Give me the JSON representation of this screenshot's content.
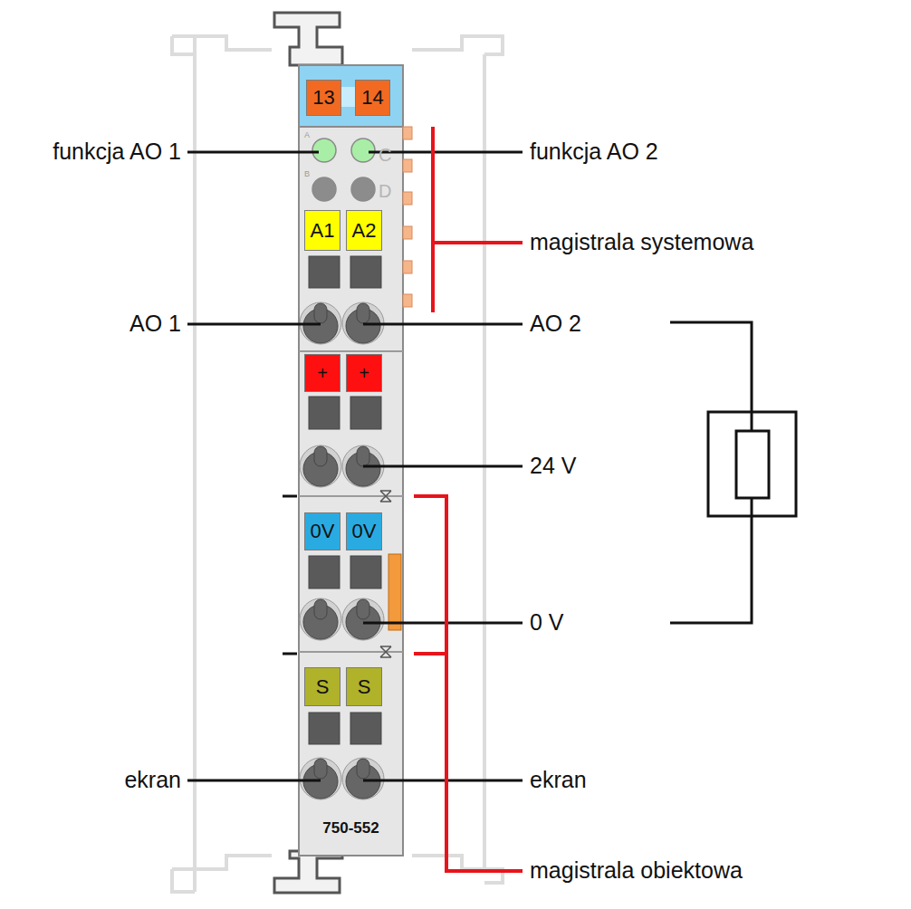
{
  "diagram": {
    "nodes": [
      {
        "text": [
          "750-552"
        ]
      },
      {
        "text": [
          "13"
        ],
        "in": 0
      },
      {
        "text": [
          "14"
        ],
        "in": 0
      },
      {
        "text": [
          "A1"
        ],
        "in": 0
      },
      {
        "text": [
          "A2"
        ],
        "in": 0
      },
      {
        "text": [
          "+"
        ],
        "in": 0
      },
      {
        "text": [
          "+"
        ],
        "in": 0
      },
      {
        "text": [
          "0V"
        ],
        "in": 0
      },
      {
        "text": [
          "0V"
        ],
        "in": 0
      },
      {
        "text": [
          "S"
        ],
        "in": 0
      },
      {
        "text": [
          "S"
        ],
        "in": 0
      }
    ],
    "labels": [
      "funkcja AO 1",
      "funkcja AO 2",
      "magistrala systemowa",
      "AO 1",
      "AO 2",
      "24 V",
      "0 V",
      "ekran",
      "ekran",
      "magistrala obiektowa",
      "A",
      "B",
      "C",
      "D"
    ]
  }
}
